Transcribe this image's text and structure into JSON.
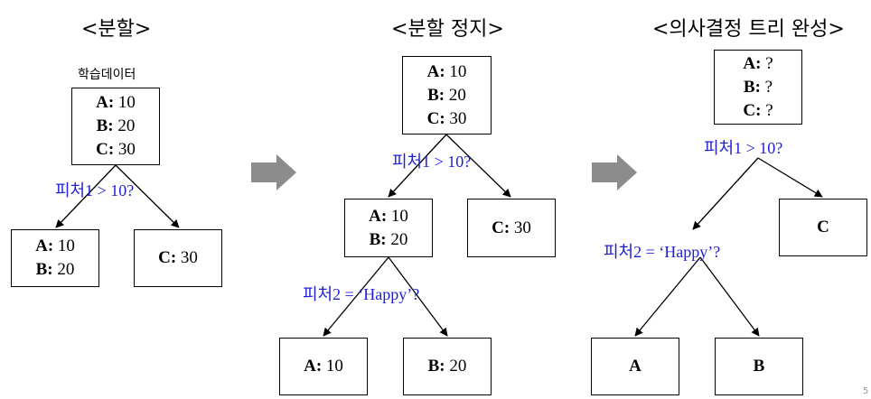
{
  "panels": [
    {
      "title": "<분할>"
    },
    {
      "title": "<분할 정지>"
    },
    {
      "title": "<의사결정 트리 완성>"
    }
  ],
  "panel1": {
    "caption": "학습데이터",
    "root": {
      "a_key": "A:",
      "a_val": "10",
      "b_key": "B:",
      "b_val": "20",
      "c_key": "C:",
      "c_val": "30"
    },
    "condition": "피처1 > 10?",
    "left": {
      "a_key": "A:",
      "a_val": "10",
      "b_key": "B:",
      "b_val": "20"
    },
    "right": {
      "c_key": "C:",
      "c_val": "30"
    }
  },
  "panel2": {
    "root": {
      "a_key": "A:",
      "a_val": "10",
      "b_key": "B:",
      "b_val": "20",
      "c_key": "C:",
      "c_val": "30"
    },
    "condition1": "피처1 > 10?",
    "mid_left": {
      "a_key": "A:",
      "a_val": "10",
      "b_key": "B:",
      "b_val": "20"
    },
    "mid_right": {
      "c_key": "C:",
      "c_val": "30"
    },
    "condition2": "피처2 = ‘Happy’?",
    "leaf_left": {
      "a_key": "A:",
      "a_val": "10"
    },
    "leaf_right": {
      "b_key": "B:",
      "b_val": "20"
    }
  },
  "panel3": {
    "root": {
      "a_key": "A:",
      "a_val": "?",
      "b_key": "B:",
      "b_val": "?",
      "c_key": "C:",
      "c_val": "?"
    },
    "condition1": "피처1 > 10?",
    "right": "C",
    "condition2": "피처2 = ‘Happy’?",
    "leaf_left": "A",
    "leaf_right": "B"
  },
  "colors": {
    "condition_text": "#1f1fd6",
    "arrow": "#8c8c8c"
  },
  "icons": [
    "right-arrow-icon",
    "right-arrow-icon"
  ],
  "footer_mark": "5"
}
